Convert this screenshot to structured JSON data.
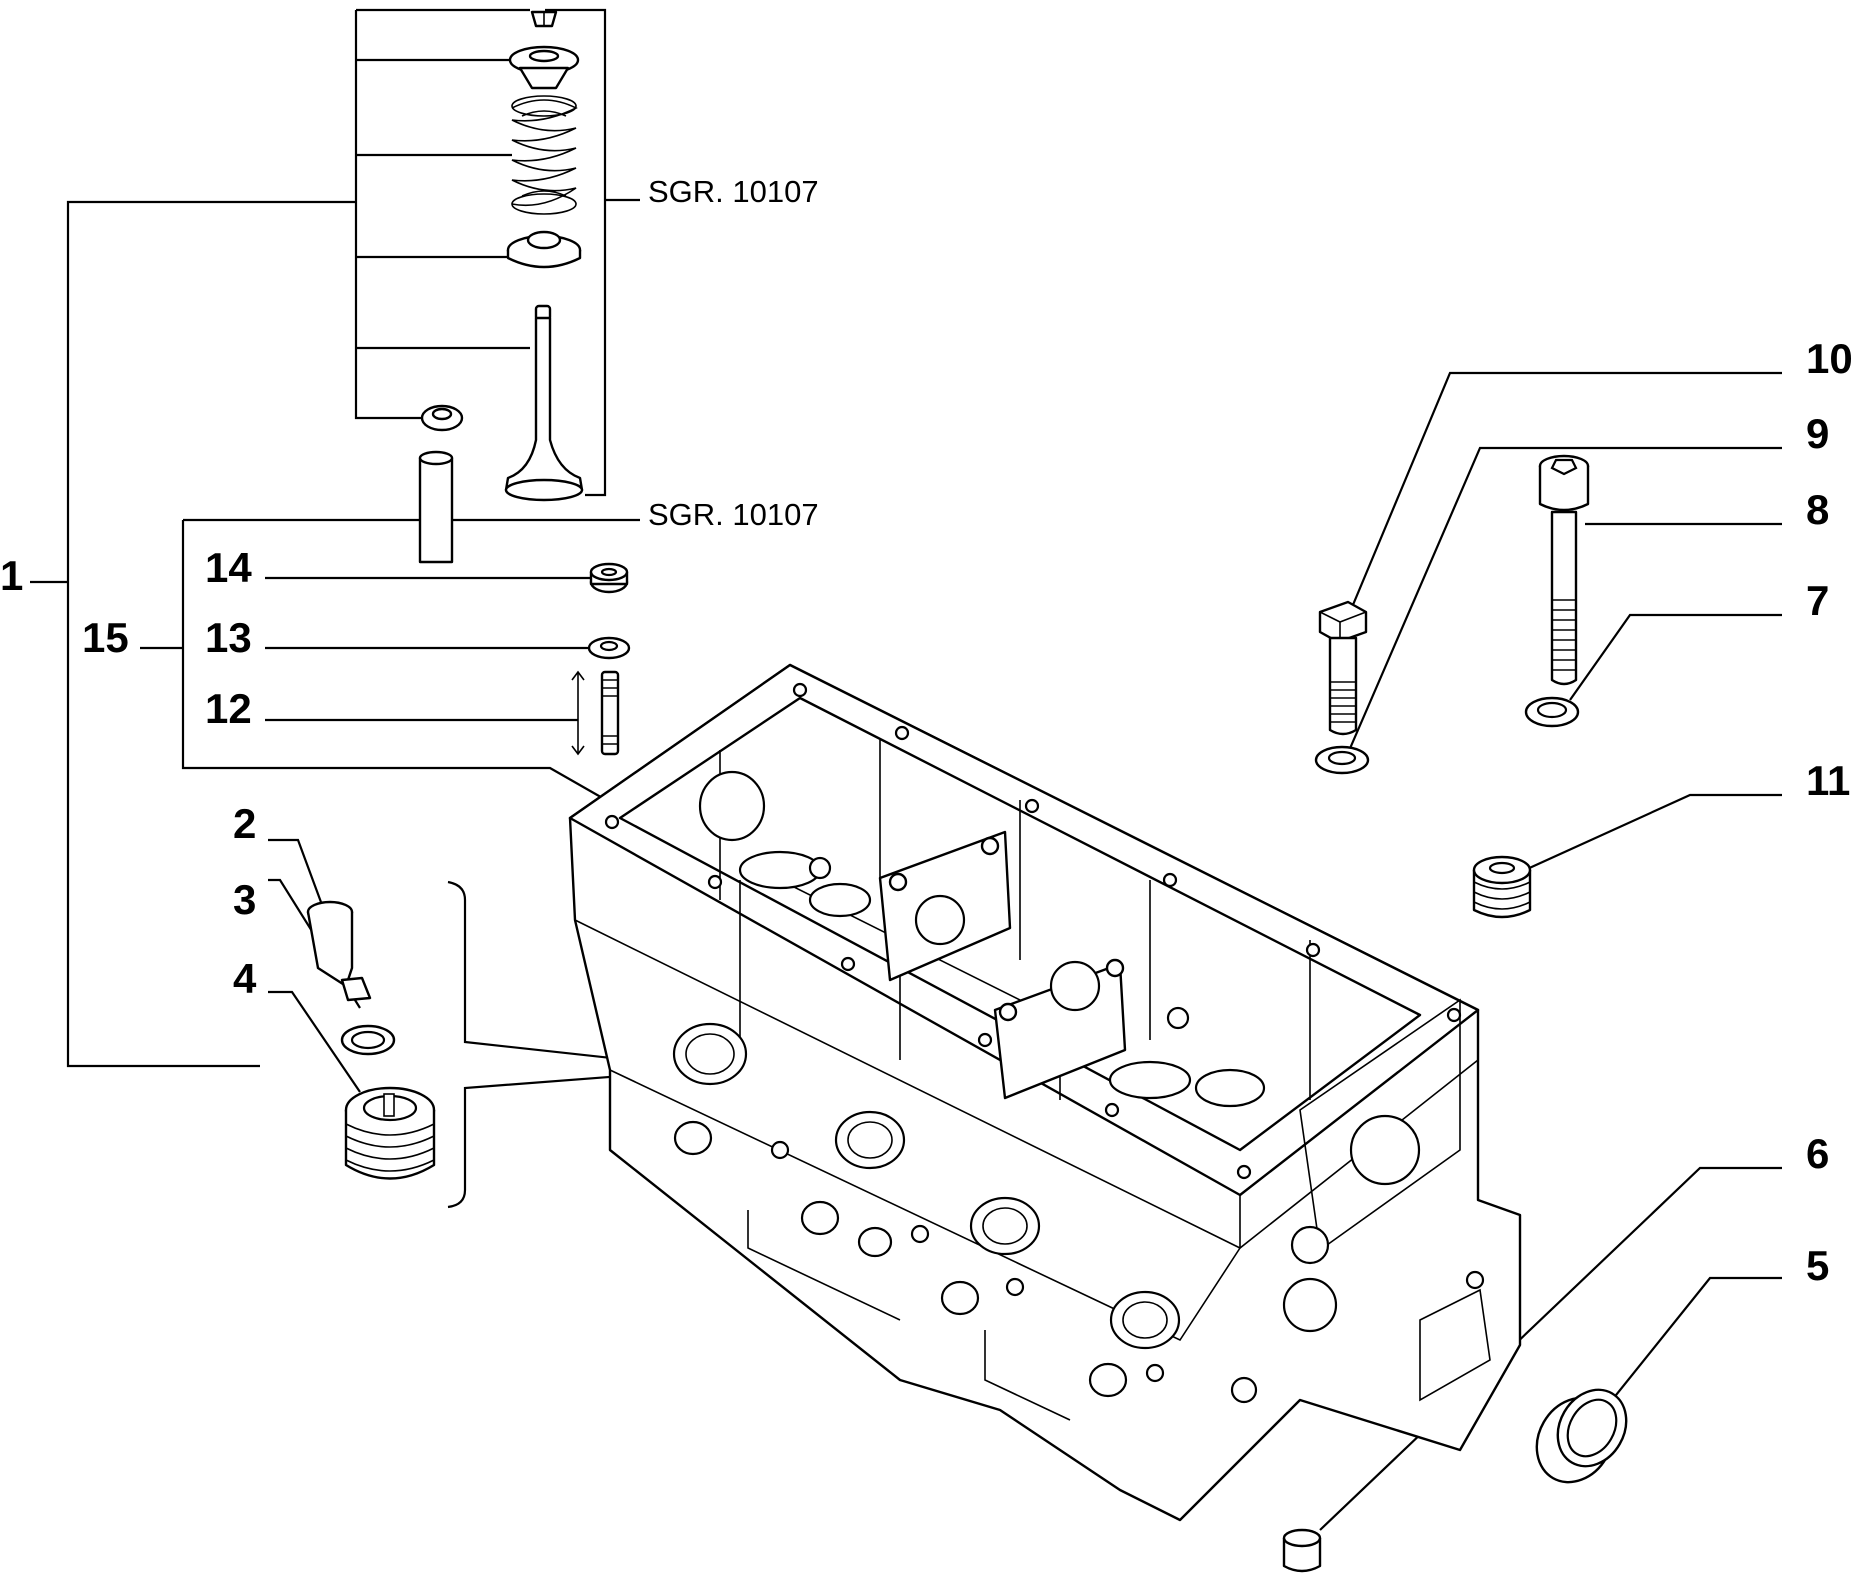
{
  "callouts": {
    "c1": "1",
    "c2": "2",
    "c3": "3",
    "c4": "4",
    "c5": "5",
    "c6": "6",
    "c7": "7",
    "c8": "8",
    "c9": "9",
    "c10": "10",
    "c11": "11",
    "c12": "12",
    "c13": "13",
    "c14": "14",
    "c15": "15"
  },
  "references": {
    "valve_group_upper": "SGR. 10107",
    "valve_group_lower": "SGR. 10107"
  }
}
